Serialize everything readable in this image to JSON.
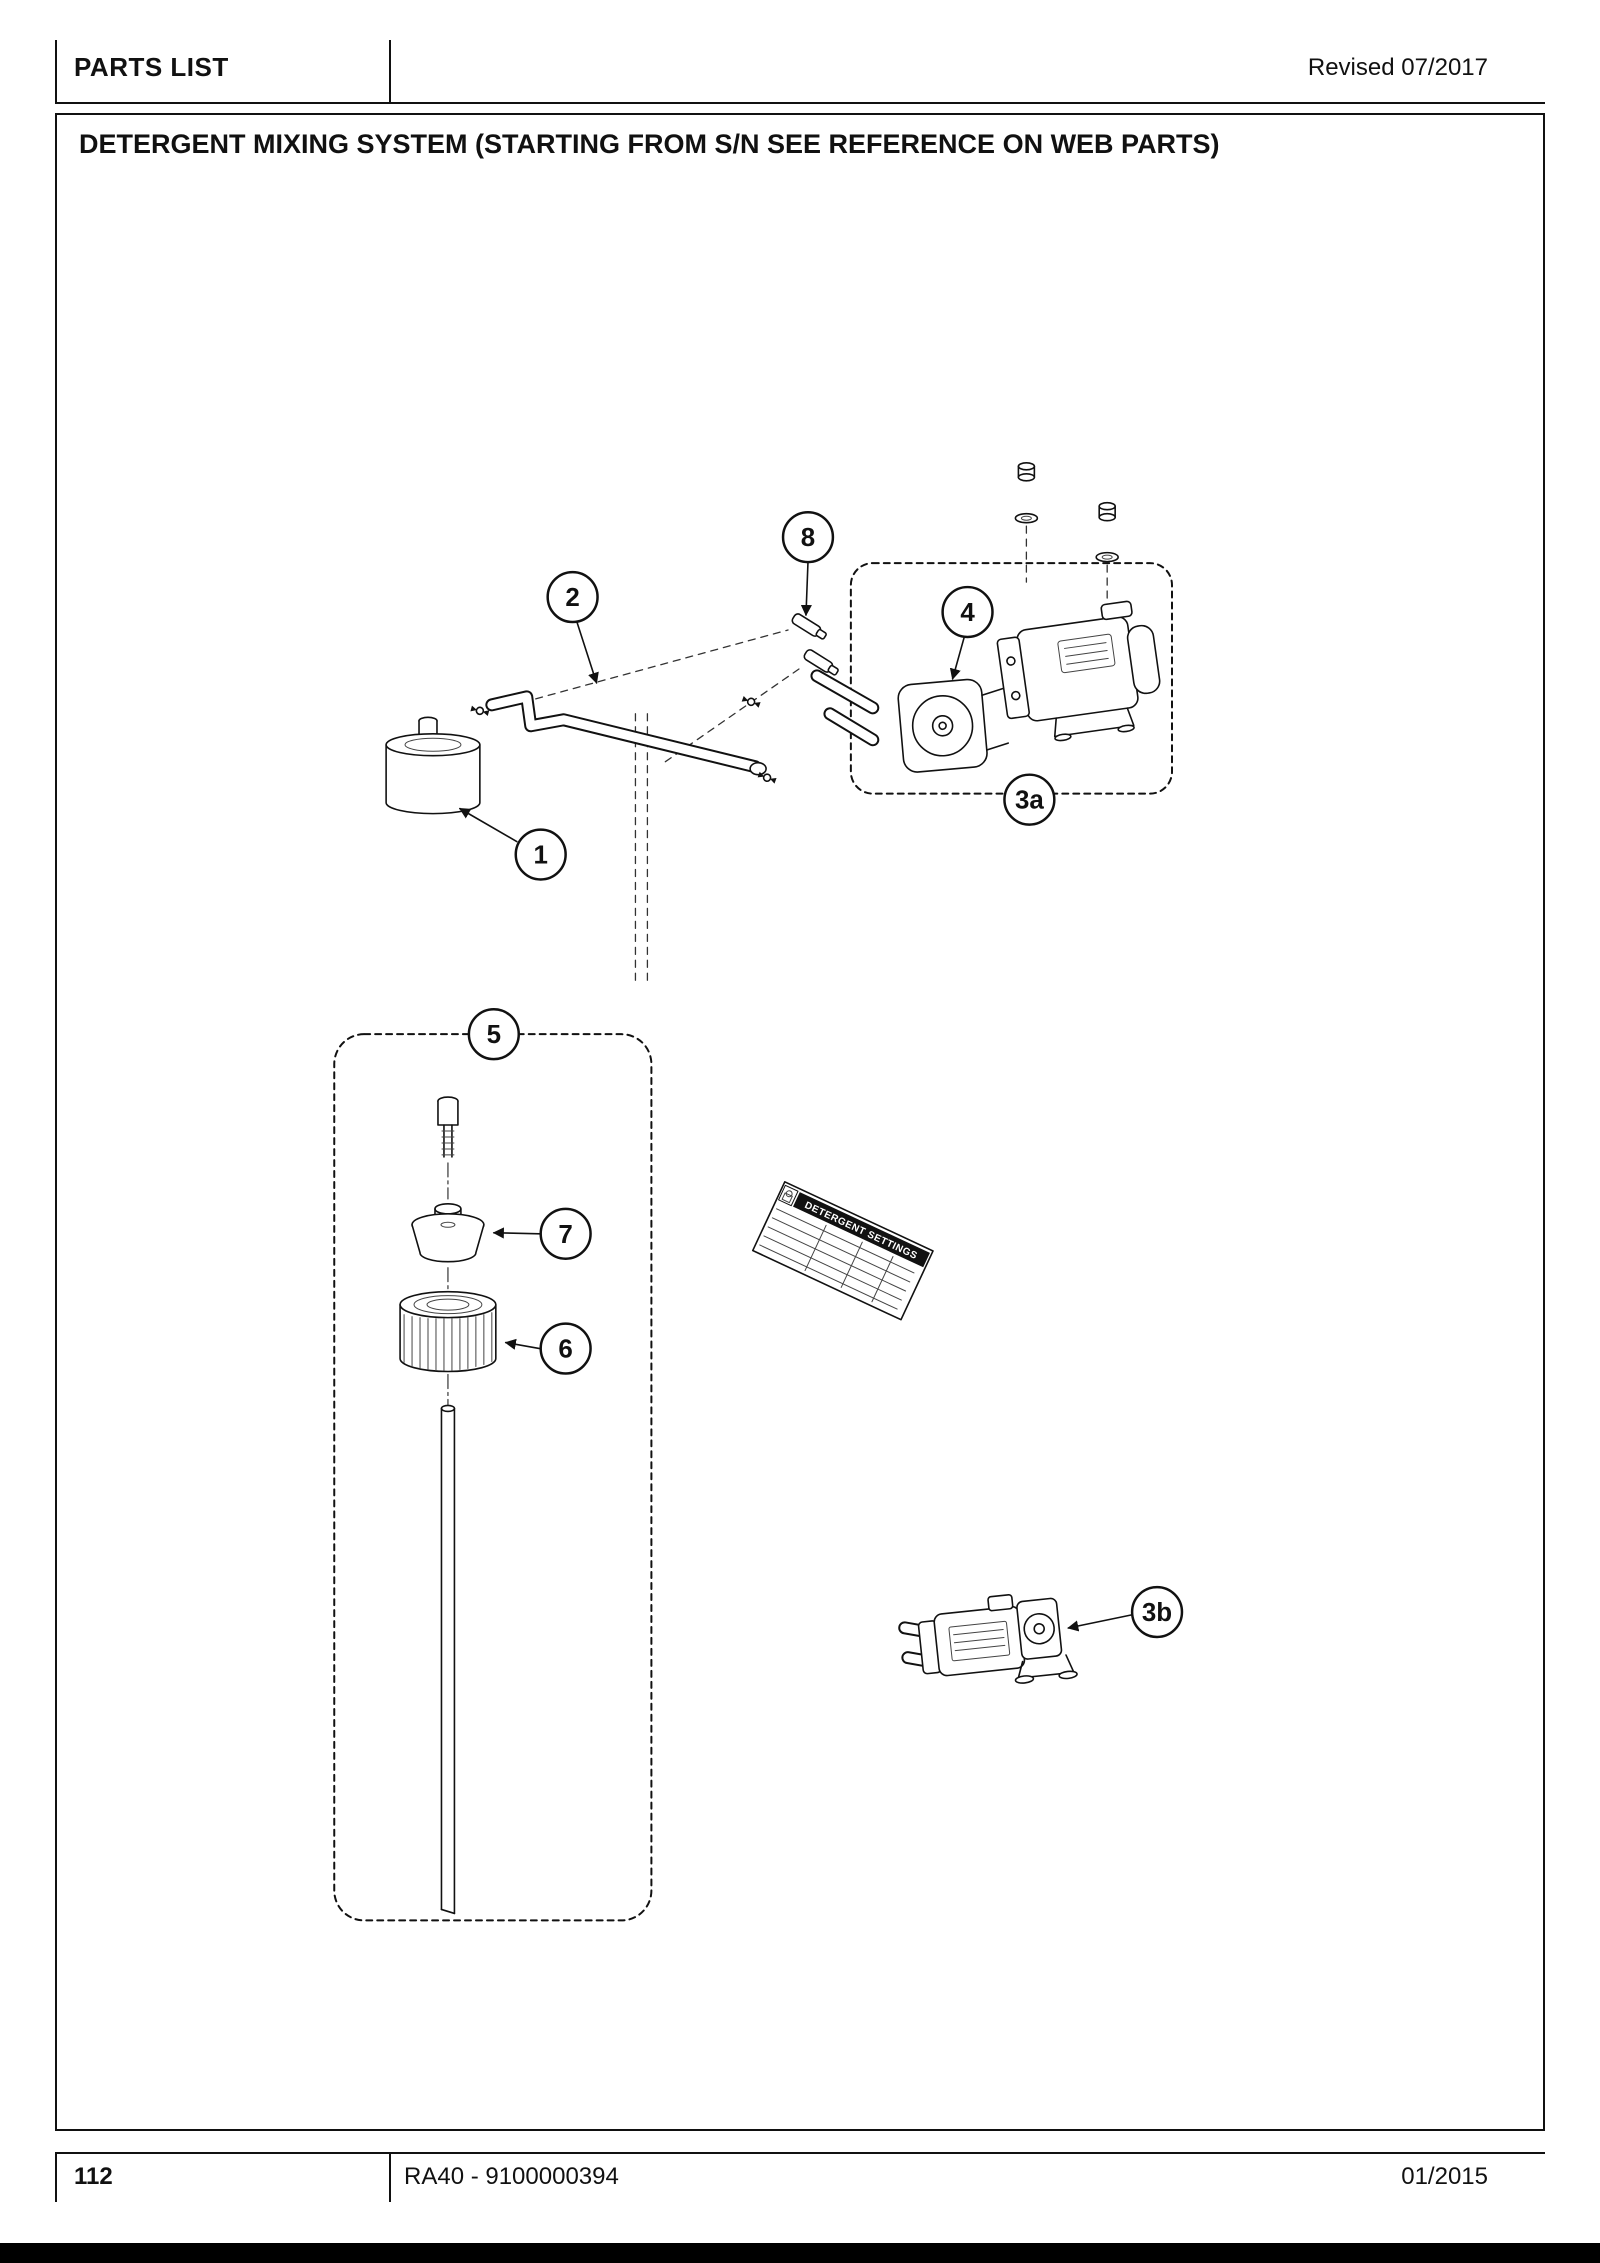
{
  "header": {
    "title": "PARTS LIST",
    "revised": "Revised 07/2017"
  },
  "diagram": {
    "title": "DETERGENT MIXING SYSTEM (STARTING FROM S/N SEE REFERENCE ON WEB PARTS)",
    "sticker_title": "DETERGENT SETTINGS",
    "callouts": [
      {
        "label": "1"
      },
      {
        "label": "2"
      },
      {
        "label": "3a"
      },
      {
        "label": "3b"
      },
      {
        "label": "4"
      },
      {
        "label": "5"
      },
      {
        "label": "6"
      },
      {
        "label": "7"
      },
      {
        "label": "8"
      }
    ]
  },
  "footer": {
    "page_number": "112",
    "model": "RA40 - 9100000394",
    "date": "01/2015"
  }
}
